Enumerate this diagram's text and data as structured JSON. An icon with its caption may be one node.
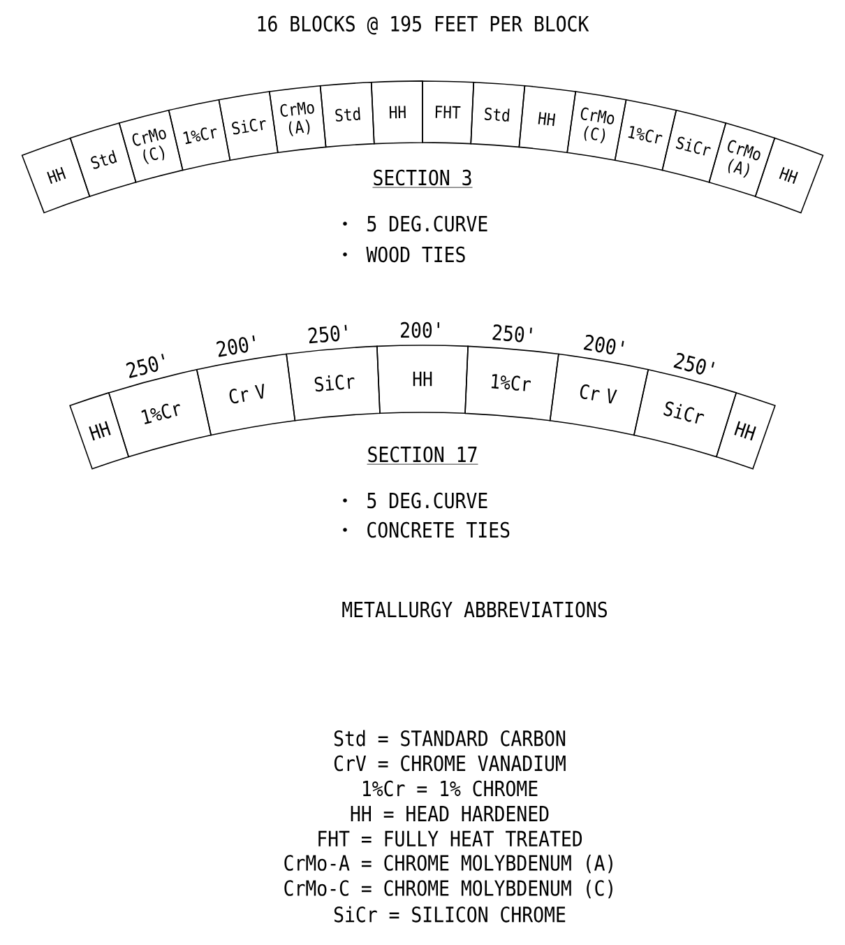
{
  "diagram": {
    "title": "16 BLOCKS @ 195 FEET PER BLOCK",
    "nodes": [
      {
        "text": [
          "HH"
        ]
      },
      {
        "text": [
          "Std"
        ]
      },
      {
        "text": [
          "CrMo (C)"
        ]
      },
      {
        "text": [
          "1%Cr"
        ]
      },
      {
        "text": [
          "SiCr"
        ]
      },
      {
        "text": [
          "CrMo (A)"
        ]
      },
      {
        "text": [
          "Std"
        ]
      },
      {
        "text": [
          "HH"
        ]
      },
      {
        "text": [
          "FHT"
        ]
      },
      {
        "text": [
          "Std"
        ]
      },
      {
        "text": [
          "HH"
        ]
      },
      {
        "text": [
          "CrMo (C)"
        ]
      },
      {
        "text": [
          "1%Cr"
        ]
      },
      {
        "text": [
          "SiCr"
        ]
      },
      {
        "text": [
          "CrMo (A)"
        ]
      },
      {
        "text": [
          "HH"
        ]
      },
      {
        "text": [
          "HH"
        ]
      },
      {
        "text": [
          "1%Cr"
        ],
        "beside": [
          "250'"
        ]
      },
      {
        "text": [
          "Cr V"
        ],
        "beside": [
          "200'"
        ]
      },
      {
        "text": [
          "SiCr"
        ],
        "beside": [
          "250'"
        ]
      },
      {
        "text": [
          "HH"
        ],
        "beside": [
          "200'"
        ]
      },
      {
        "text": [
          "1%Cr"
        ],
        "beside": [
          "250'"
        ]
      },
      {
        "text": [
          "Cr V"
        ],
        "beside": [
          "200'"
        ]
      },
      {
        "text": [
          "SiCr"
        ],
        "beside": [
          "250'"
        ]
      },
      {
        "text": [
          "HH"
        ]
      }
    ],
    "labels": [
      "SECTION 3",
      "5 DEG.CURVE",
      "WOOD TIES",
      "SECTION 17",
      "5 DEG.CURVE",
      "CONCRETE TIES",
      "METALLURGY ABBREVIATIONS",
      "Std = STANDARD CARBON",
      "CrV = CHROME VANADIUM",
      "1%Cr = 1% CHROME",
      "HH = HEAD HARDENED",
      "FHT = FULLY HEAT TREATED",
      "CrMo-A = CHROME MOLYBDENUM (A)",
      "CrMo-C = CHROME MOLYBDENUM (C)",
      "SiCr = SILICON CHROME"
    ]
  }
}
